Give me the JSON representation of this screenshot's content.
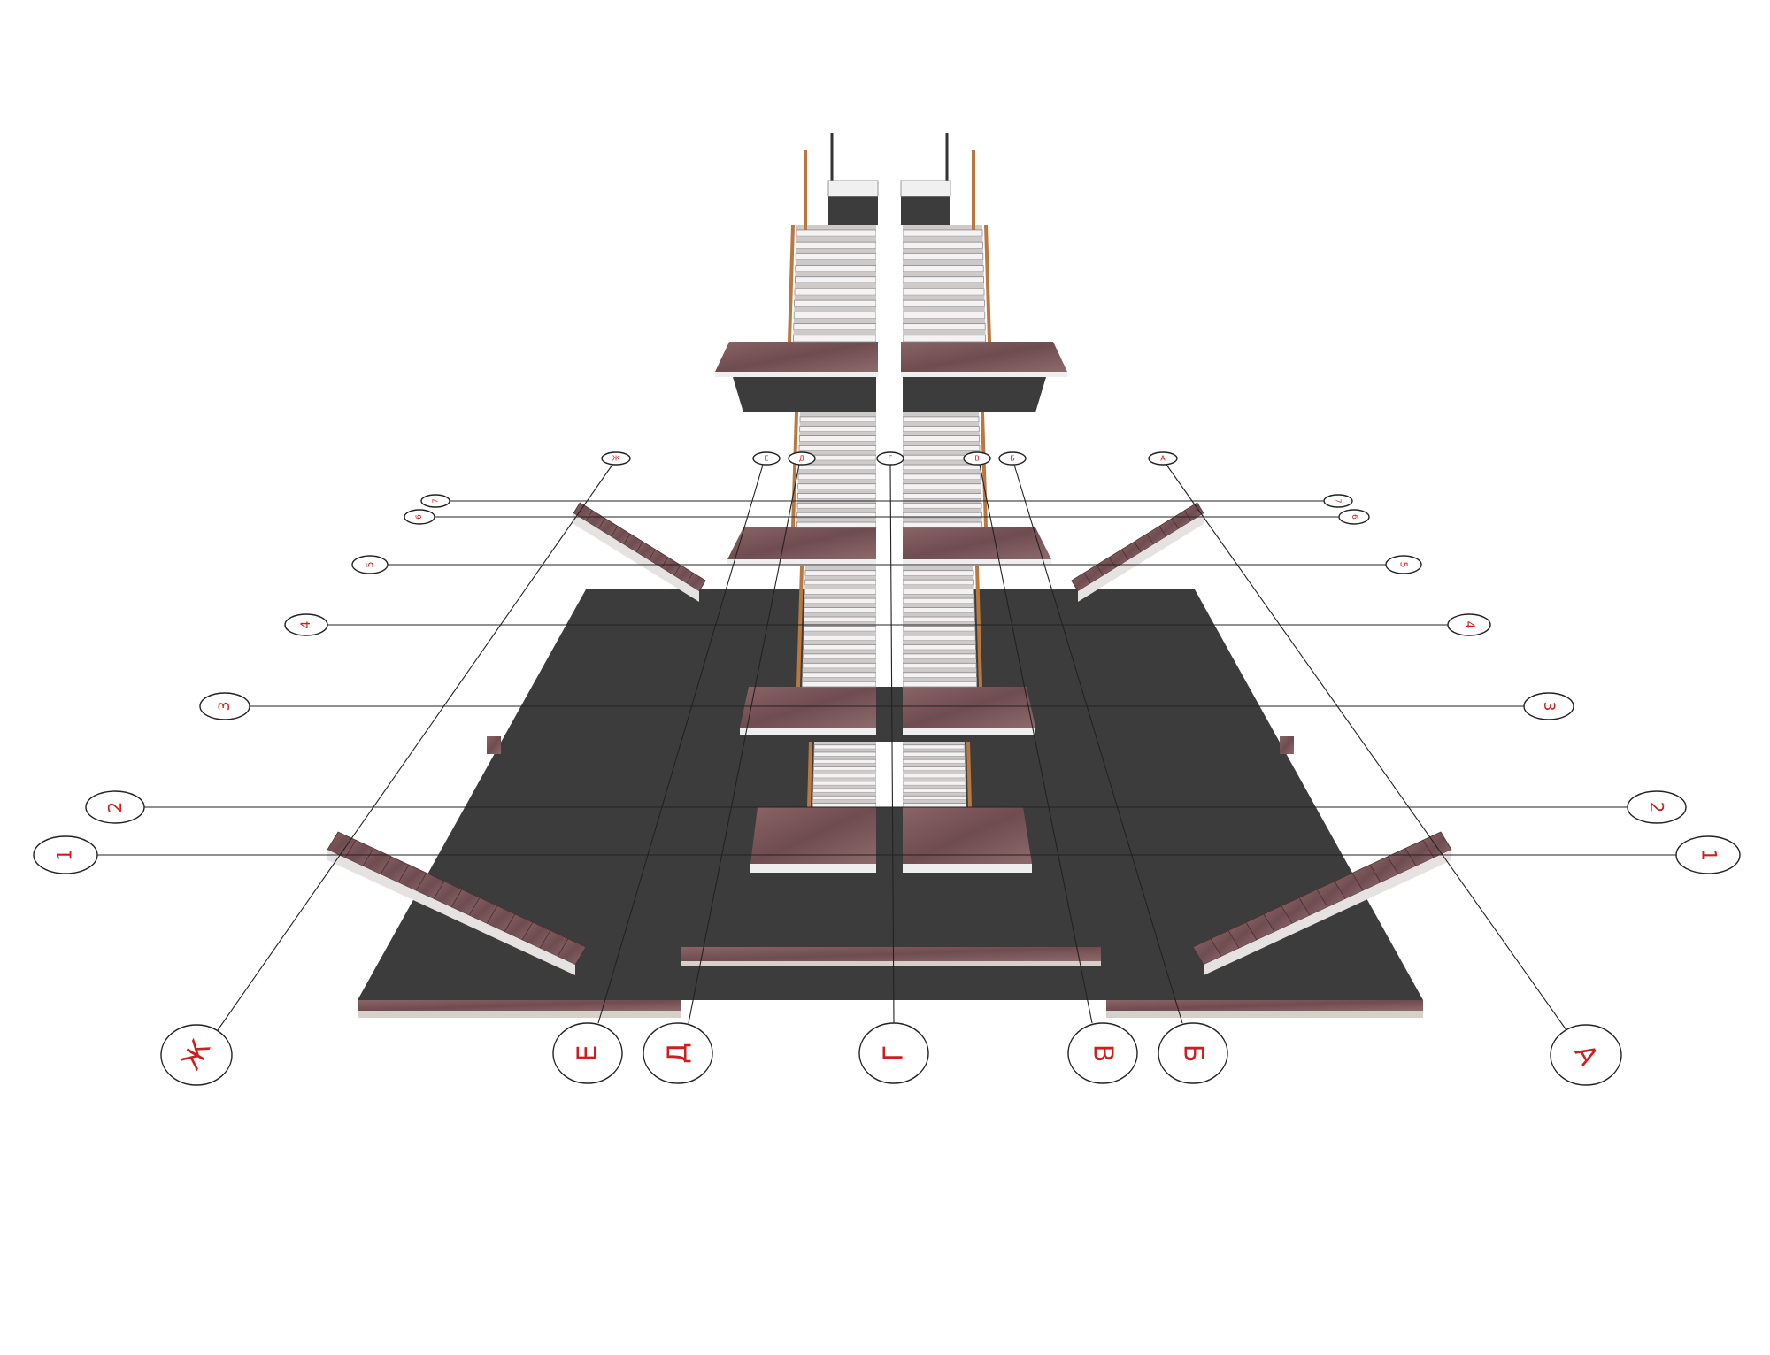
{
  "axes_letters": [
    {
      "id": "zh",
      "label": "Ж"
    },
    {
      "id": "e",
      "label": "Е"
    },
    {
      "id": "d",
      "label": "Д"
    },
    {
      "id": "g",
      "label": "Г"
    },
    {
      "id": "v",
      "label": "В"
    },
    {
      "id": "b",
      "label": "Б"
    },
    {
      "id": "a",
      "label": "А"
    }
  ],
  "axes_numbers": [
    {
      "id": "1",
      "label": "1"
    },
    {
      "id": "2",
      "label": "2"
    },
    {
      "id": "3",
      "label": "3"
    },
    {
      "id": "4",
      "label": "4"
    },
    {
      "id": "5",
      "label": "5"
    },
    {
      "id": "6",
      "label": "6"
    },
    {
      "id": "7",
      "label": "7"
    }
  ],
  "colors": {
    "label_red": "#cc1f1f",
    "slab_dark": "#3c3c3c",
    "granite": "#7d5a5c",
    "tread_white": "#f4f2f2",
    "handrail_wood": "#b9783f"
  }
}
